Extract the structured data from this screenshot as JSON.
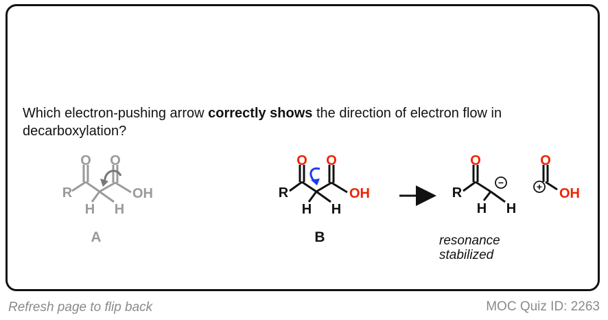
{
  "question": {
    "prefix": "Which electron-pushing arrow ",
    "bold": "correctly shows",
    "suffix": " the direction of electron flow in decarboxylation?"
  },
  "molecule_a": {
    "label": "A",
    "atoms": {
      "r": "R",
      "o1": "O",
      "o2": "O",
      "oh": "OH",
      "h1": "H",
      "h2": "H"
    }
  },
  "molecule_b": {
    "label": "B",
    "atoms": {
      "r": "R",
      "o1": "O",
      "o2": "O",
      "oh": "OH",
      "h1": "H",
      "h2": "H"
    }
  },
  "product_enolate": {
    "atoms": {
      "r": "R",
      "o": "O",
      "h1": "H",
      "h2": "H",
      "charge": "−"
    }
  },
  "product_acylium": {
    "atoms": {
      "o": "O",
      "oh": "OH",
      "charge": "+"
    }
  },
  "caption": {
    "line1": "resonance",
    "line2": "stabilized"
  },
  "footer": {
    "left": "Refresh page to flip back",
    "right": "MOC Quiz ID: 2263"
  },
  "colors": {
    "oxygen": "#ee2200",
    "arrow_blue": "#1a3cf0",
    "faded": "#9a9a9a",
    "ink": "#111111"
  }
}
